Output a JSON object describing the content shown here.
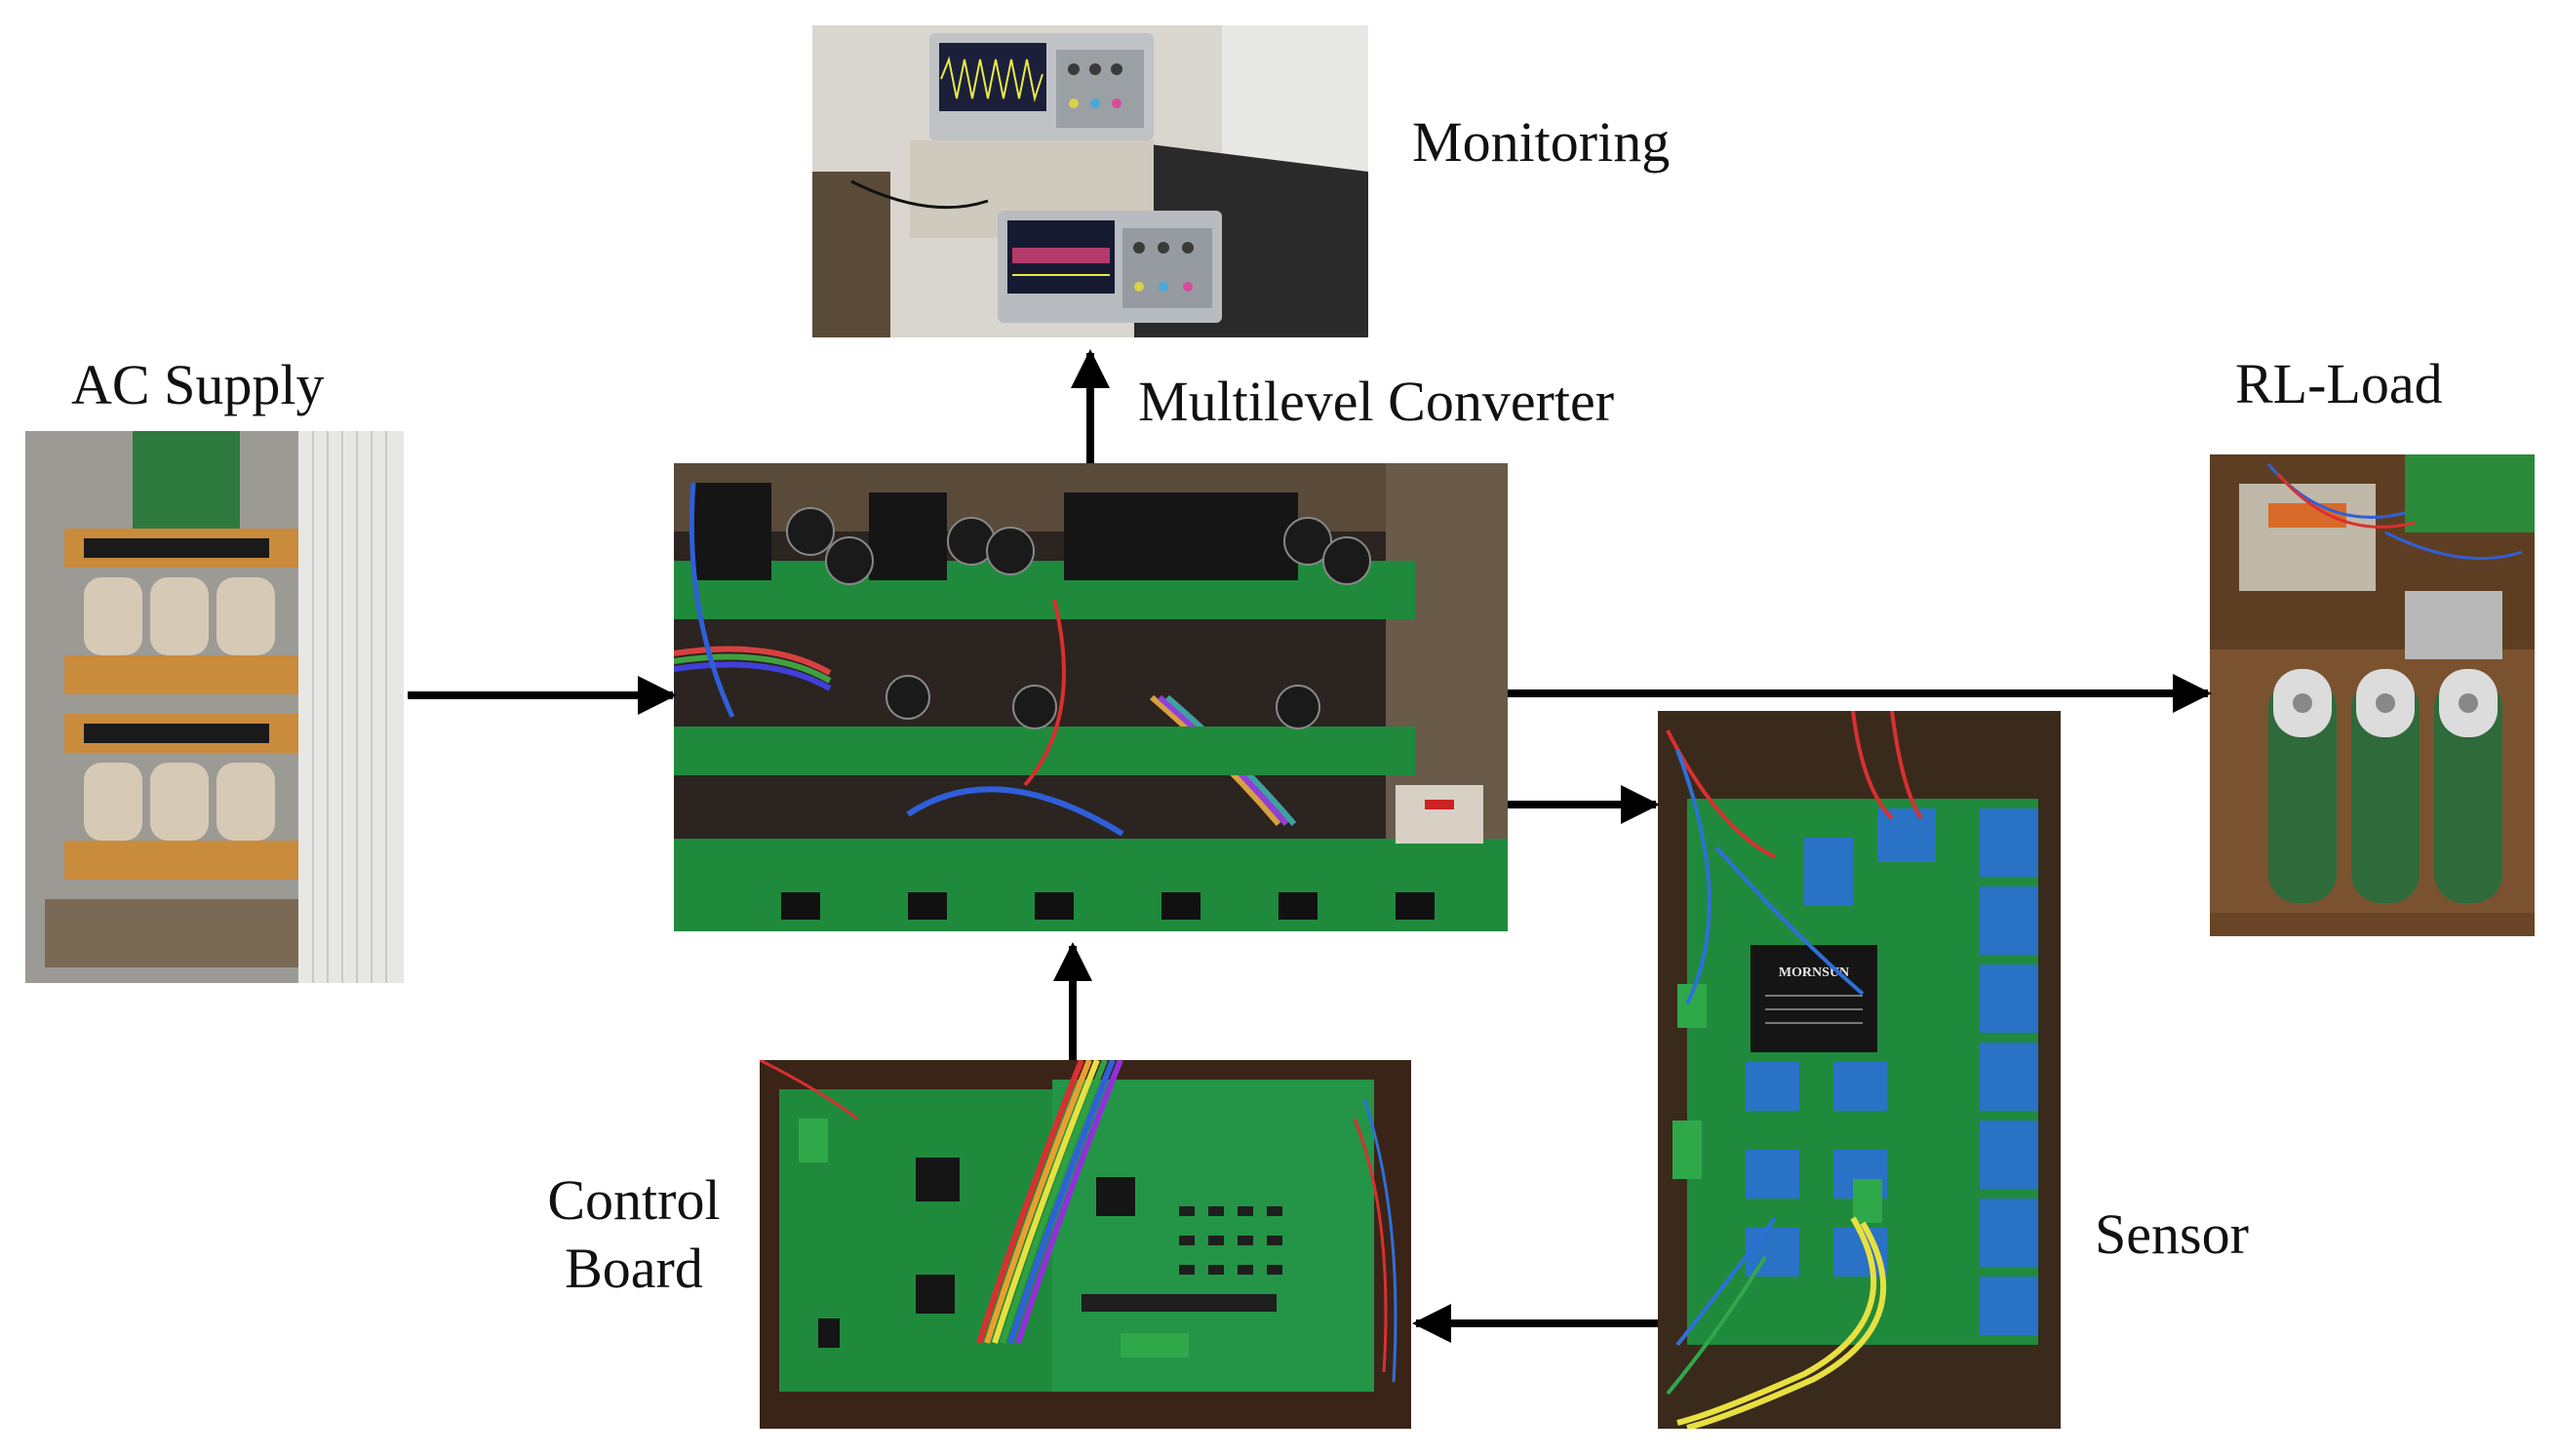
{
  "labels": {
    "monitoring": "Monitoring",
    "ac_supply": "AC Supply",
    "multilevel_converter": "Multilevel Converter",
    "rl_load": "RL-Load",
    "control_board_line1": "Control",
    "control_board_line2": "Board",
    "sensor": "Sensor"
  },
  "photo_labels": {
    "sensor_module_brand": "MORNSUN"
  },
  "colors": {
    "arrow": "#000000",
    "pcb_green": "#1f8a3c",
    "label_text": "#111111"
  }
}
